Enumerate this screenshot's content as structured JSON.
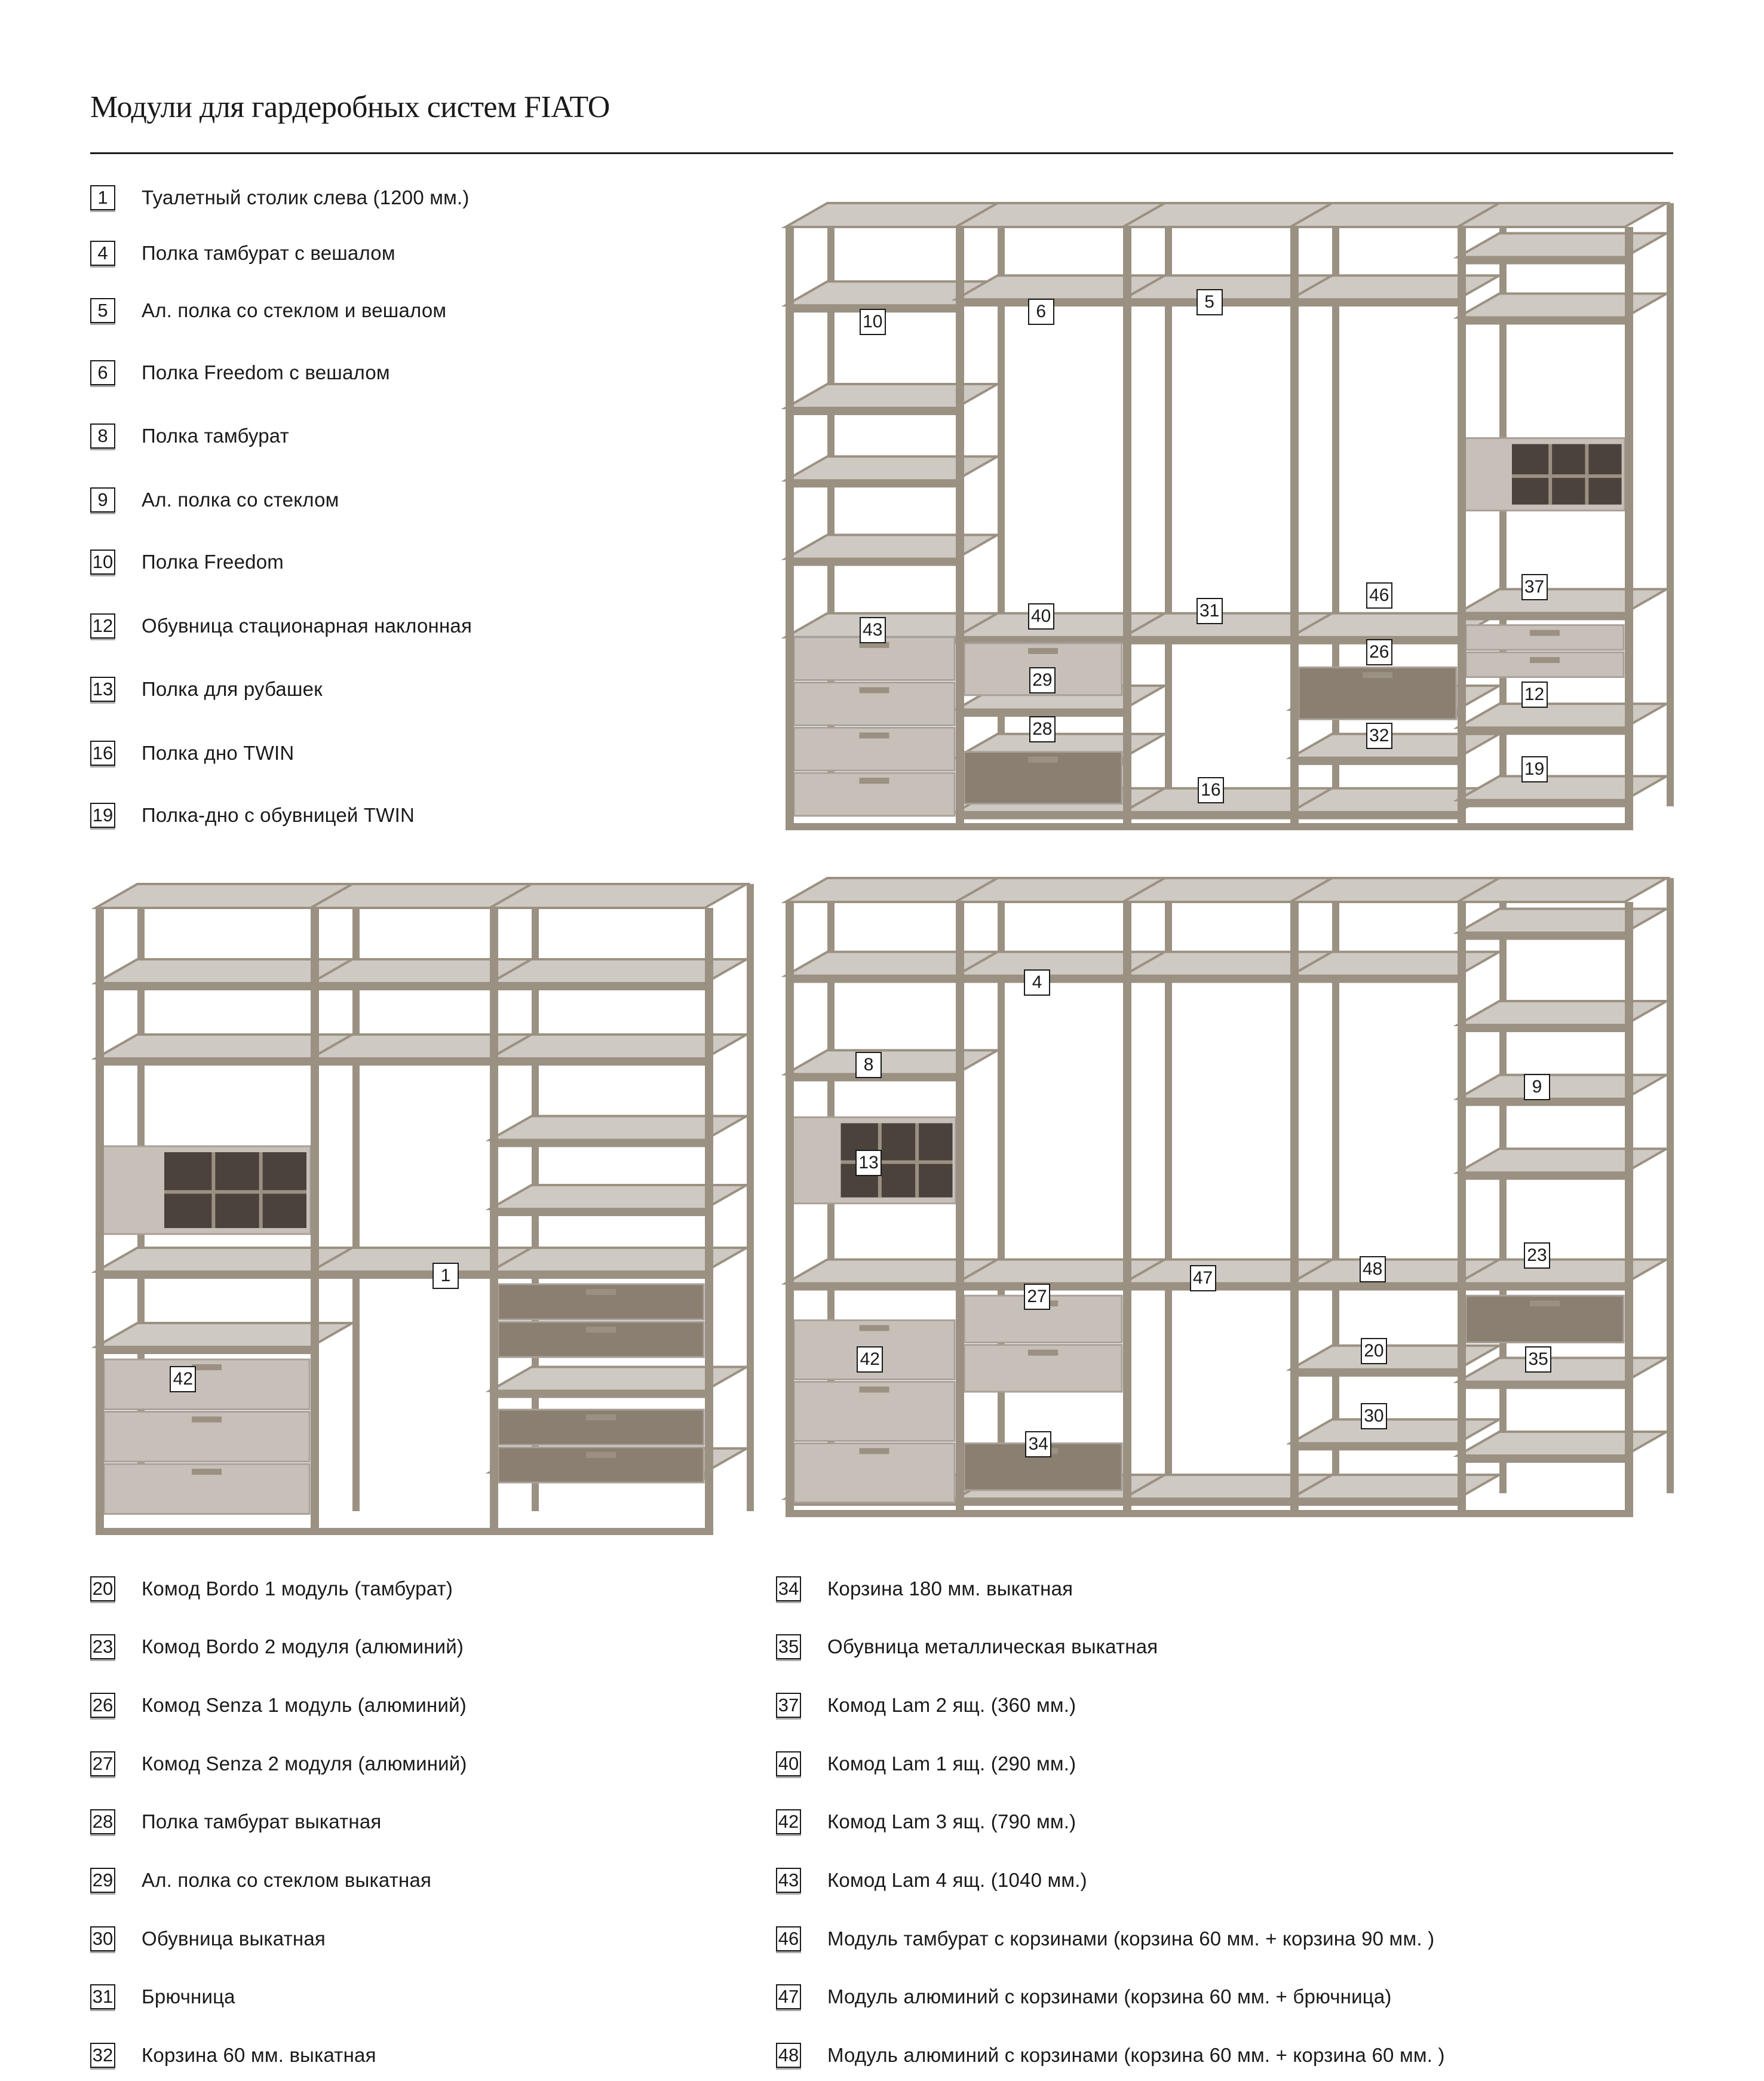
{
  "title": "Модули для гардеробных систем FIATO",
  "legend_top": [
    {
      "num": "1",
      "text": "Туалетный столик слева (1200 мм.)"
    },
    {
      "num": "4",
      "text": "Полка тамбурат с вешалом"
    },
    {
      "num": "5",
      "text": "Ал. полка со стеклом и вешалом"
    },
    {
      "num": "6",
      "text": "Полка Freedom с вешалом"
    },
    {
      "num": "8",
      "text": "Полка тамбурат"
    },
    {
      "num": "9",
      "text": "Ал. полка со стеклом"
    },
    {
      "num": "10",
      "text": "Полка Freedom"
    },
    {
      "num": "12",
      "text": "Обувница стационарная наклонная"
    },
    {
      "num": "13",
      "text": "Полка для рубашек"
    },
    {
      "num": "16",
      "text": "Полка дно TWIN"
    },
    {
      "num": "19",
      "text": "Полка-дно с обувницей TWIN"
    }
  ],
  "legend_bottom_left": [
    {
      "num": "20",
      "text": "Комод Bordo 1 модуль (тамбурат)"
    },
    {
      "num": "23",
      "text": "Комод Bordo 2 модуля (алюминий)"
    },
    {
      "num": "26",
      "text": "Комод Senza 1 модуль (алюминий)"
    },
    {
      "num": "27",
      "text": "Комод Senza 2 модуля (алюминий)"
    },
    {
      "num": "28",
      "text": "Полка тамбурат выкатная"
    },
    {
      "num": "29",
      "text": "Ал. полка со стеклом выкатная"
    },
    {
      "num": "30",
      "text": "Обувница выкатная"
    },
    {
      "num": "31",
      "text": "Брючница"
    },
    {
      "num": "32",
      "text": "Корзина 60 мм. выкатная"
    }
  ],
  "legend_bottom_right": [
    {
      "num": "34",
      "text": "Корзина 180 мм. выкатная"
    },
    {
      "num": "35",
      "text": "Обувница металлическая выкатная"
    },
    {
      "num": "37",
      "text": "Комод Lam 2 ящ. (360 мм.)"
    },
    {
      "num": "40",
      "text": "Комод Lam 1 ящ. (290 мм.)"
    },
    {
      "num": "42",
      "text": "Комод Lam 3 ящ. (790 мм.)"
    },
    {
      "num": "43",
      "text": "Комод Lam 4 ящ. (1040 мм.)"
    },
    {
      "num": "46",
      "text": "Модуль тамбурат с корзинами (корзина 60 мм. + корзина 90 мм. )"
    },
    {
      "num": "47",
      "text": "Модуль алюминий с корзинами (корзина 60 мм. + брючница)"
    },
    {
      "num": "48",
      "text": "Модуль алюминий с корзинами (корзина 60 мм. + корзина 60 мм. )"
    }
  ],
  "drawing_top_tags": [
    "10",
    "6",
    "5",
    "43",
    "40",
    "31",
    "46",
    "37",
    "29",
    "26",
    "12",
    "28",
    "32",
    "16",
    "19"
  ],
  "drawing_left_tags": [
    "1",
    "42"
  ],
  "drawing_right_tags": [
    "4",
    "8",
    "13",
    "9",
    "27",
    "47",
    "48",
    "23",
    "42",
    "20",
    "35",
    "30",
    "34"
  ],
  "colors": {
    "frame": "#9b9182",
    "shelf": "#cfc9c3",
    "drawer": "#c7c0b9",
    "dark": "#4a423b",
    "basket": "#8a7f70"
  }
}
